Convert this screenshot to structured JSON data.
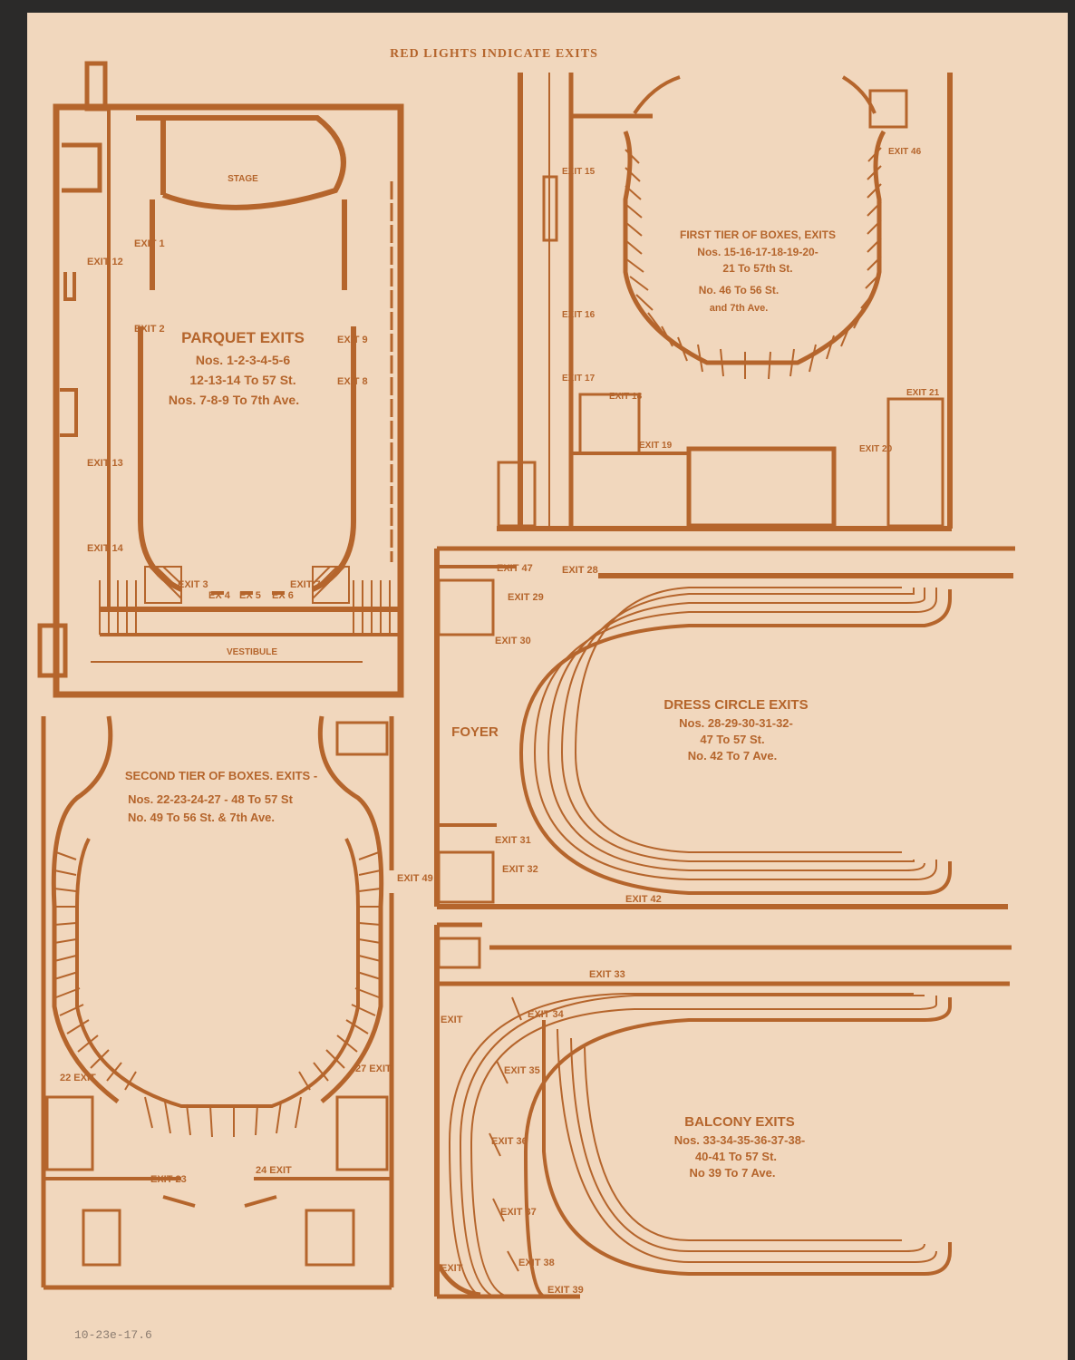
{
  "header": {
    "title": "RED LIGHTS INDICATE EXITS"
  },
  "parquet": {
    "stage": "STAGE",
    "vestibule": "VESTIBULE",
    "heading": "PARQUET EXITS",
    "line1": "Nos. 1-2-3-4-5-6",
    "line2": "12-13-14 To 57 St.",
    "line3": "Nos. 7-8-9 To 7th Ave.",
    "exits": [
      "EXIT 1",
      "EXIT 2",
      "EXIT 3",
      "EX 4",
      "EX 5",
      "EX 6",
      "EXIT 7",
      "EXIT 8",
      "EXIT 9",
      "EXIT 12",
      "EXIT 13",
      "EXIT 14"
    ]
  },
  "first_tier": {
    "heading": "FIRST TIER OF BOXES, EXITS",
    "line1": "Nos. 15-16-17-18-19-20-",
    "line2": "21 To 57th St.",
    "line3": "No. 46 To 56 St.",
    "line4": "and 7th Ave.",
    "exits": [
      "EXIT 15",
      "EXIT 16",
      "EXIT 17",
      "EXIT 18",
      "EXIT 19",
      "EXIT 20",
      "EXIT 21",
      "EXIT 46"
    ]
  },
  "dress_circle": {
    "foyer": "FOYER",
    "heading": "DRESS CIRCLE EXITS",
    "line1": "Nos. 28-29-30-31-32-",
    "line2": "47 To 57 St.",
    "line3": "No. 42 To 7 Ave.",
    "exits": [
      "EXIT 47",
      "EXIT 28",
      "EXIT 29",
      "EXIT 30",
      "EXIT 31",
      "EXIT 32",
      "EXIT 42"
    ]
  },
  "second_tier": {
    "heading": "SECOND TIER OF BOXES. EXITS -",
    "line1": "Nos. 22-23-24-27 - 48 To 57 St",
    "line2": "No. 49 To 56 St. & 7th Ave.",
    "exits": [
      "EXIT 49",
      "22 EXIT",
      "27 EXIT",
      "EXIT 23",
      "24 EXIT"
    ]
  },
  "balcony": {
    "heading": "BALCONY EXITS",
    "line1": "Nos. 33-34-35-36-37-38-",
    "line2": "40-41 To 57 St.",
    "line3": "No 39 To 7 Ave.",
    "exits": [
      "EXIT 33",
      "EXIT 34",
      "EXIT 35",
      "EXIT 36",
      "EXIT 37",
      "EXIT 38",
      "EXIT 39",
      "EXIT",
      "EXIT"
    ]
  },
  "annotation": "10-23e-17.6",
  "colors": {
    "ink": "#b5652c",
    "paper": "#f1d7bd",
    "background": "#2b2a29"
  }
}
